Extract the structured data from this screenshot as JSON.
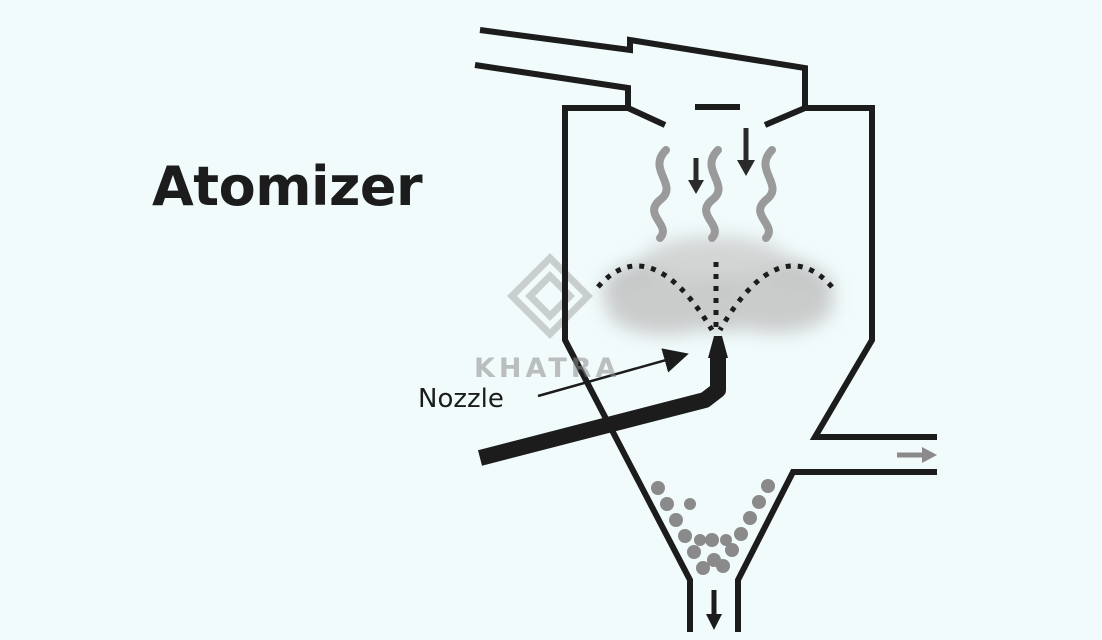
{
  "title": "Atomizer",
  "labels": {
    "nozzle": "Nozzle"
  },
  "watermark": {
    "text": "KHATRA"
  },
  "colors": {
    "background": "#f1fbfc",
    "outline": "#1c1c1c",
    "gas_waves": "#9a9a9a",
    "particles": "#8a8a8a",
    "spray_cloud": "#bdbdbd",
    "watermark": "#b8b8b8"
  },
  "icons": {
    "watermark_logo": "diamond-logo-icon",
    "flow_arrows": "down-arrow-icon",
    "outlet_arrow": "right-arrow-icon"
  }
}
